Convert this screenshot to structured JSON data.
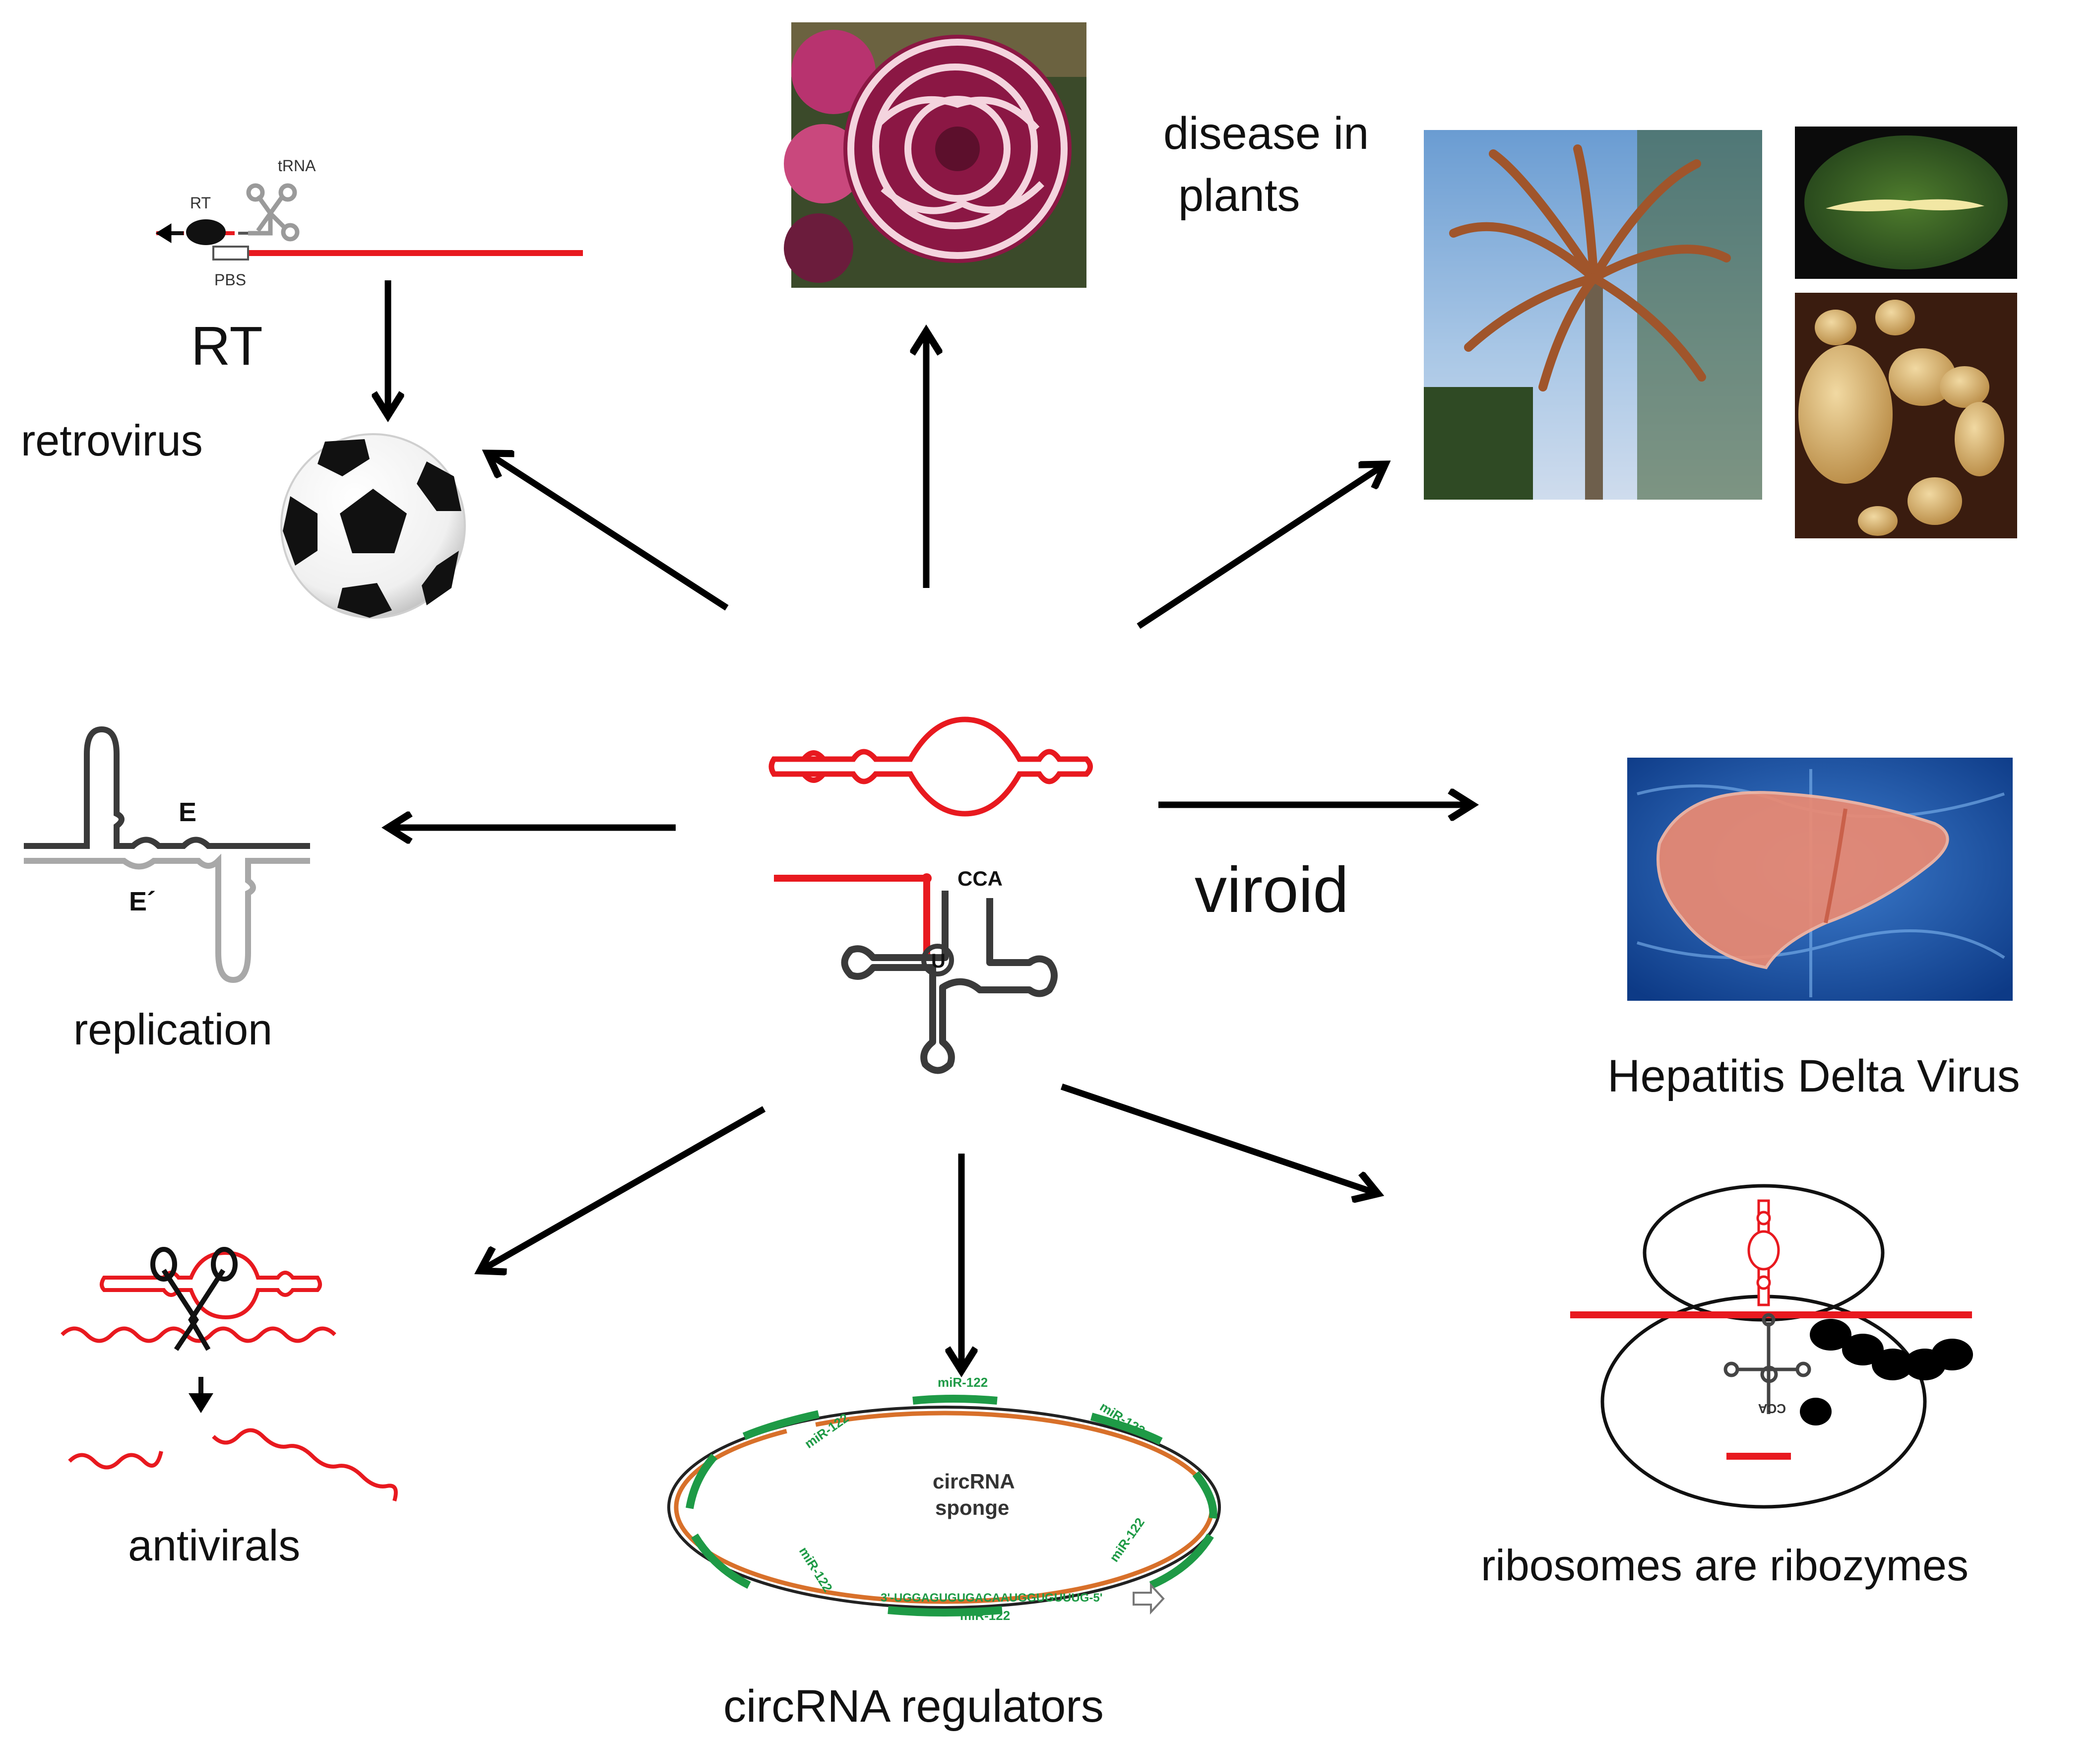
{
  "labels": {
    "rt_heading": "RT",
    "rt_small": "RT",
    "trna_small": "tRNA",
    "pbs_small": "PBS",
    "retrovirus": "retrovirus",
    "disease_in_plants_line1": "disease in",
    "disease_in_plants_line2": "plants",
    "viroid": "viroid",
    "hepatitis_delta_virus": "Hepatitis Delta Virus",
    "replication": "replication",
    "replication_e": "E",
    "replication_e_prime": "E´",
    "antivirals": "antivirals",
    "circrna_regulators": "circRNA regulators",
    "circrna_center_line1": "circRNA",
    "circrna_center_line2": "sponge",
    "mir122": "miR-122",
    "mir_sequence": "3'-UGGAGUGUGACAAUGGUGUUUG-5'",
    "ribosomes_are_ribozymes": "ribosomes are ribozymes",
    "cca": "CCA",
    "u_base": "U",
    "cca_rotated": "CCA"
  },
  "colors": {
    "rna_red": "#e8191f",
    "arrow_black": "#000000",
    "trna_gray": "#3a3a3a",
    "light_gray": "#a8a8a8",
    "mir_green": "#1e9a46",
    "circ_orange": "#d8702a"
  },
  "icons": {
    "center": "viroid-trna-hybrid-icon",
    "soccer": "soccer-ball-icon",
    "carnation": "carnation-flower-photo",
    "palm": "palm-tree-photo",
    "avocado": "avocado-photo",
    "potatoes": "potato-tubers-photo",
    "liver": "liver-photo",
    "scissors": "scissors-icon"
  }
}
